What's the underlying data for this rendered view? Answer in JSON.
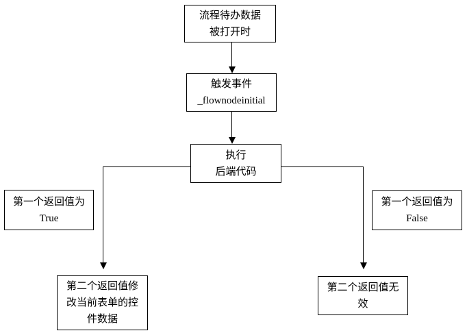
{
  "diagram": {
    "title": "flow-node-initial-event-flowchart",
    "nodes": {
      "start": {
        "line1": "流程待办数据",
        "line2": "被打开时"
      },
      "trigger": {
        "line1": "触发事件",
        "line2": "_flownodeinitial"
      },
      "execute": {
        "line1": "执行",
        "line2": "后端代码"
      },
      "true_label": {
        "line1": "第一个返回值为",
        "line2": "True"
      },
      "false_label": {
        "line1": "第一个返回值为",
        "line2": "False"
      },
      "modify": {
        "line1": "第二个返回值修",
        "line2": "改当前表单的控",
        "line3": "件数据"
      },
      "invalid": {
        "line1": "第二个返回值无",
        "line2": "效"
      }
    },
    "colors": {
      "line": "#000000",
      "background": "#ffffff",
      "box_border": "#000000",
      "text": "#000000"
    }
  }
}
